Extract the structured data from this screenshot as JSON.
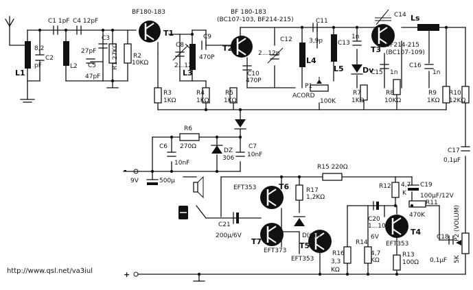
{
  "labels": {
    "l1": "L1",
    "c1": "C1 1pF",
    "c2_val": "8,2",
    "c2_unit": "pF",
    "c2": "C2",
    "c4": "C4 12pF",
    "c3": "C3",
    "c3_val": "27pF",
    "l2": "L2",
    "c5": "C5",
    "c5_val": "47pF",
    "r1": "R1 27KΩ",
    "r2": "R2",
    "r2_val": "10KΩ",
    "t1_type": "BF180-183",
    "t1": "T1",
    "c8": "C8",
    "c8_val": "2...12",
    "l3": "L3",
    "c9": "C9",
    "c9_val": "470P",
    "r3": "R3",
    "r3_val": "1KΩ",
    "t2_type": "BF 180-183",
    "t2_alt": "(BC107-103, BF214-215)",
    "t2": "T2",
    "c10": "C10",
    "c10_val": "470P",
    "c12": "C12",
    "c12_val": "2...12p",
    "r4": "R4",
    "r4_val": "1KΩ",
    "r5": "R5",
    "r5_val": "1KΩ",
    "c11": "C11",
    "c11_val": "3,9p",
    "l4": "L4",
    "l5": "L5",
    "c13": "C13",
    "c13_val": "1n",
    "dv": "Dv",
    "p1": "P1",
    "p1_name": "ACORD",
    "p1_val": "100K",
    "c14": "C14",
    "t3": "T3",
    "t3_type": "BF214-215",
    "t3_alt": "(BC107-109)",
    "ls": "Ls",
    "c15": "C15",
    "c15_val": "1n",
    "c16": "C16",
    "c16_val": "1n",
    "r7": "R7",
    "r7_val": "1KΩ",
    "r8": "R8",
    "r8_val": "10KΩ",
    "r9": "R9",
    "r9_val": "1KΩ",
    "r10": "R10",
    "r10_val": "12KΩ",
    "r6": "R6",
    "r6_val": "270Ω",
    "c6": "C6",
    "c6_val": "10nF",
    "dz": "DZ",
    "dz_val": "306",
    "c7": "C7",
    "c7_val": "10nF",
    "c17": "C17",
    "c17_val": "0,1µF",
    "supply_v": "9V",
    "c_supply": "500µ",
    "r15": "R15 220Ω",
    "t6_type": "EFT353",
    "t6": "T6",
    "r17": "R17",
    "r17_val": "1,2KΩ",
    "r12": "R12",
    "r12_val": "4,7",
    "r12_unit": "K",
    "c19": "C19",
    "c19_val": "100µF/12V",
    "r11": "R11",
    "r11_val": "470K",
    "c21": "C21",
    "c21_val": "200µ/6V",
    "dge": "D(Ge)",
    "t7": "T7",
    "t7_type": "EFT373",
    "t5": "T5",
    "t5_type": "EFT353",
    "c20": "C20",
    "c20_val": "1...10µ",
    "c20_v": "6V",
    "t4": "T4",
    "t4_type": "EFT353",
    "c18": "C18",
    "c18_val": "0,1µF",
    "p2": "P2 (VOLUM)",
    "p2_val": "5K",
    "r14": "R14",
    "r14_val": "4,7",
    "r14_unit": "KΩ",
    "r13": "R13",
    "r13_val": "100Ω",
    "r16": "R16",
    "r16_val": "3,3",
    "r16_unit": "KΩ",
    "plus": "+",
    "minus": "-",
    "url": "http://www.qsl.net/va3iul"
  }
}
